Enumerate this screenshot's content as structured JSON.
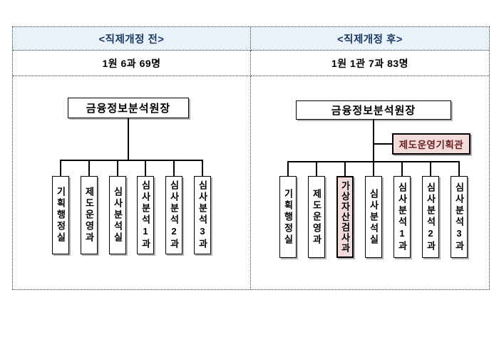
{
  "colors": {
    "header_bg": "#e9f1f9",
    "header_text": "#17375e",
    "highlight_bg": "#f2dcdb",
    "highlight_text": "#6b1f1f",
    "box_border": "#000000",
    "table_border_dotted": "#3a3a3a"
  },
  "left_panel": {
    "title": "<직제개정 전>",
    "summary": "1원 6과 69명",
    "org": {
      "root": "금융정보분석원장",
      "children": [
        {
          "label": "기획행정실",
          "highlight": false
        },
        {
          "label": "제도운영과",
          "highlight": false
        },
        {
          "label": "심사분석실",
          "highlight": false
        },
        {
          "label": "심사분석1과",
          "highlight": false
        },
        {
          "label": "심사분석2과",
          "highlight": false
        },
        {
          "label": "심사분석3과",
          "highlight": false
        }
      ]
    }
  },
  "right_panel": {
    "title": "<직제개정 후>",
    "summary": "1원 1관 7과 83명",
    "org": {
      "root": "금융정보분석원장",
      "staff_box": "제도운영기획관",
      "children": [
        {
          "label": "기획행정실",
          "highlight": false
        },
        {
          "label": "제도운영과",
          "highlight": false
        },
        {
          "label": "가상자산검사과",
          "highlight": true
        },
        {
          "label": "심사분석실",
          "highlight": false
        },
        {
          "label": "심사분석1과",
          "highlight": false
        },
        {
          "label": "심사분석2과",
          "highlight": false
        },
        {
          "label": "심사분석3과",
          "highlight": false
        }
      ]
    }
  }
}
